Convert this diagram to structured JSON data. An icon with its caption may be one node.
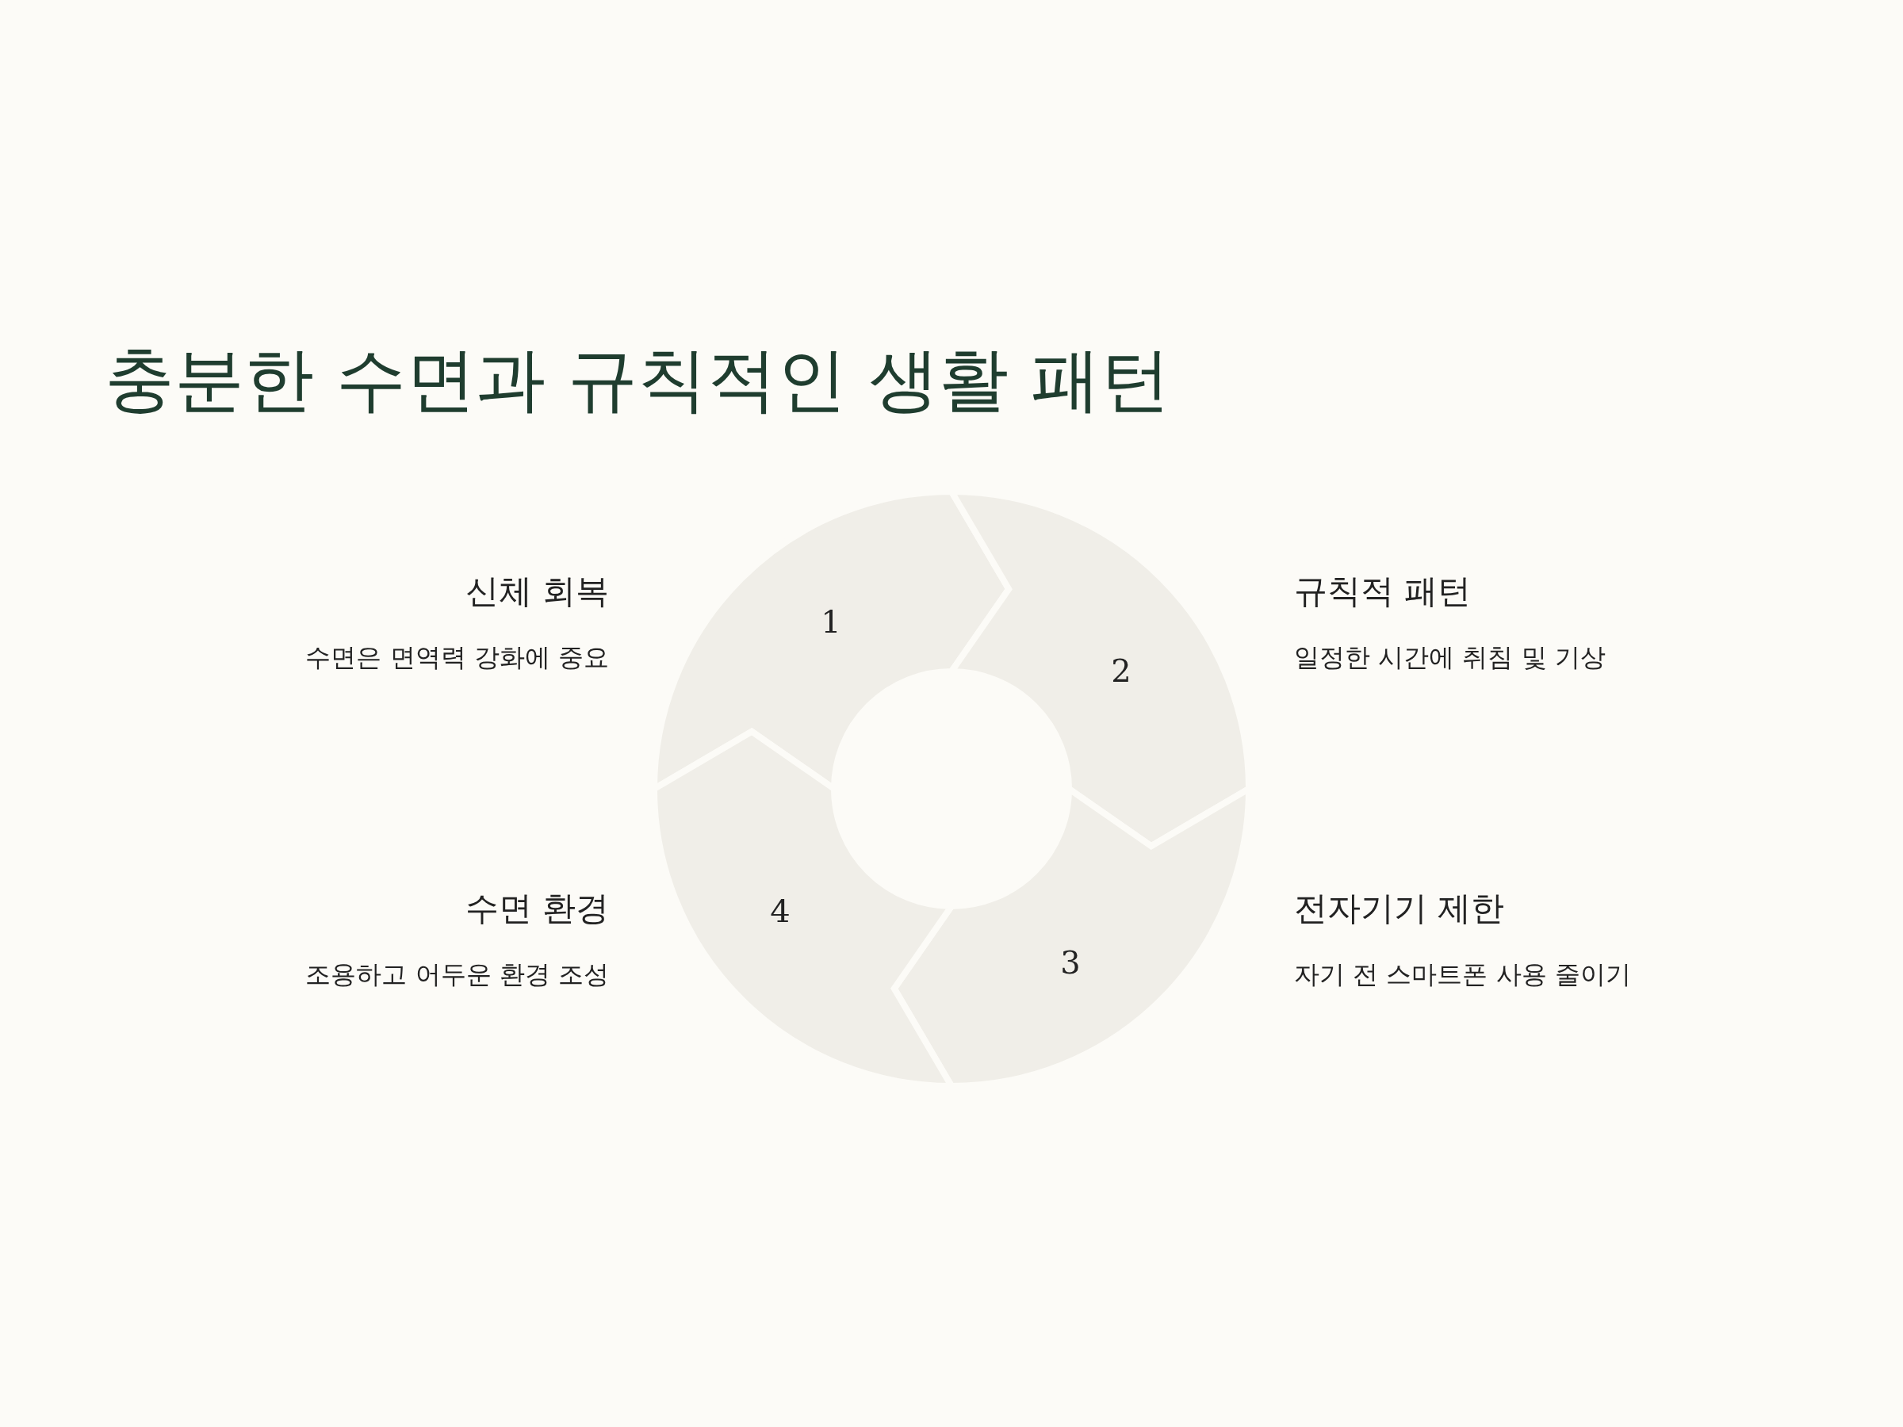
{
  "diagram": {
    "title": "충분한 수면과 규칙적인 생활 패턴",
    "nodes": [
      {
        "text": [
          "1"
        ],
        "beside": [
          "신체 회복",
          "수면은 면역력 강화에 중요"
        ]
      },
      {
        "text": [
          "2"
        ],
        "beside": [
          "규칙적 패턴",
          "일정한 시간에 취침 및 기상"
        ]
      },
      {
        "text": [
          "3"
        ],
        "beside": [
          "전자기기 제한",
          "자기 전 스마트폰 사용 줄이기"
        ]
      },
      {
        "text": [
          "4"
        ],
        "beside": [
          "수면 환경",
          "조용하고 어두운 환경 조성"
        ]
      }
    ]
  }
}
